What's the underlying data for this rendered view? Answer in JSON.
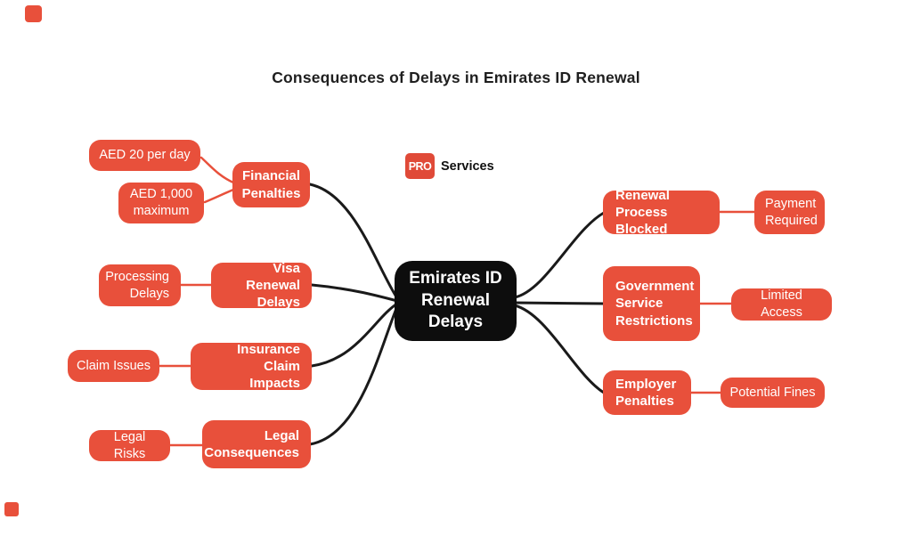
{
  "title": "Consequences of Delays in Emirates ID Renewal",
  "brand": {
    "logo_mark": "PRO",
    "logo_text": "Services"
  },
  "mindmap": {
    "center": "Emirates ID\nRenewal\nDelays",
    "left_branches": [
      {
        "label": "Financial\nPenalties",
        "leaves": [
          "AED 20 per day",
          "AED 1,000\nmaximum"
        ]
      },
      {
        "label": "Visa Renewal\nDelays",
        "leaves": [
          "Processing\nDelays"
        ]
      },
      {
        "label": "Insurance Claim\nImpacts",
        "leaves": [
          "Claim Issues"
        ]
      },
      {
        "label": "Legal\nConsequences",
        "leaves": [
          "Legal Risks"
        ]
      }
    ],
    "right_branches": [
      {
        "label": "Renewal\nProcess Blocked",
        "leaves": [
          "Payment\nRequired"
        ]
      },
      {
        "label": "Government\nService\nRestrictions",
        "leaves": [
          "Limited Access"
        ]
      },
      {
        "label": "Employer\nPenalties",
        "leaves": [
          "Potential Fines"
        ]
      }
    ]
  },
  "colors": {
    "node_red": "#e8503b",
    "center_node_black": "#0d0d0d",
    "connector_black": "#1a1a1a",
    "connector_red": "#e8503b",
    "node_text": "#ffffff",
    "title_text": "#1f1f1f",
    "background": "#ffffff"
  }
}
